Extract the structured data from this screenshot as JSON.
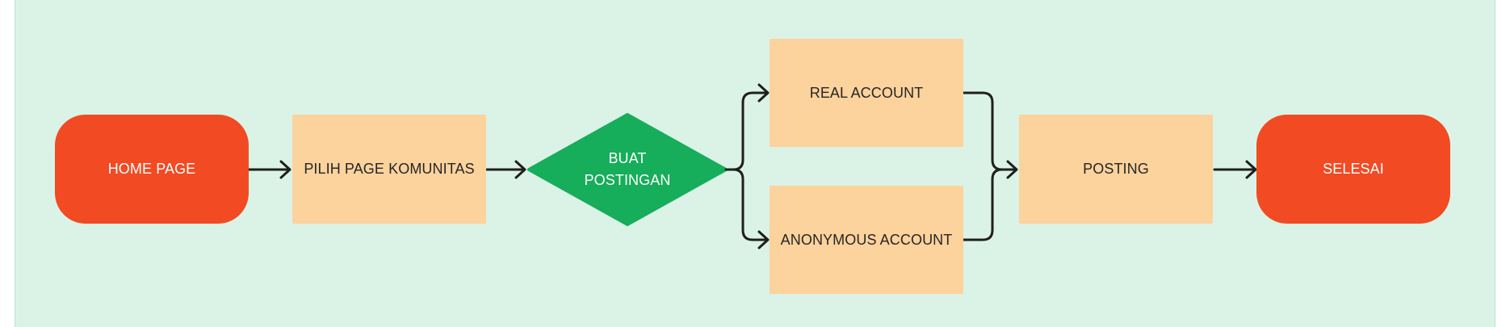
{
  "diagram": {
    "type": "flowchart",
    "nodes": {
      "home": {
        "label": "HOME PAGE",
        "shape": "terminal"
      },
      "pilih": {
        "label": "PILIH PAGE KOMUNITAS",
        "shape": "process"
      },
      "buat": {
        "label_line1": "BUAT",
        "label_line2": "POSTINGAN",
        "shape": "decision"
      },
      "real": {
        "label": "REAL ACCOUNT",
        "shape": "process"
      },
      "anon": {
        "label": "ANONYMOUS ACCOUNT",
        "shape": "process"
      },
      "posting": {
        "label": "POSTING",
        "shape": "process"
      },
      "selesai": {
        "label": "SELESAI",
        "shape": "terminal"
      }
    },
    "edges": [
      {
        "from": "home",
        "to": "pilih"
      },
      {
        "from": "pilih",
        "to": "buat"
      },
      {
        "from": "buat",
        "to": "real"
      },
      {
        "from": "buat",
        "to": "anon"
      },
      {
        "from": "real",
        "to": "posting"
      },
      {
        "from": "anon",
        "to": "posting"
      },
      {
        "from": "posting",
        "to": "selesai"
      }
    ],
    "colors": {
      "background": "#dbf3e6",
      "terminal": "#f24a22",
      "process": "#fcd29d",
      "decision": "#16ad5b",
      "connector": "#1f1f1f"
    }
  }
}
